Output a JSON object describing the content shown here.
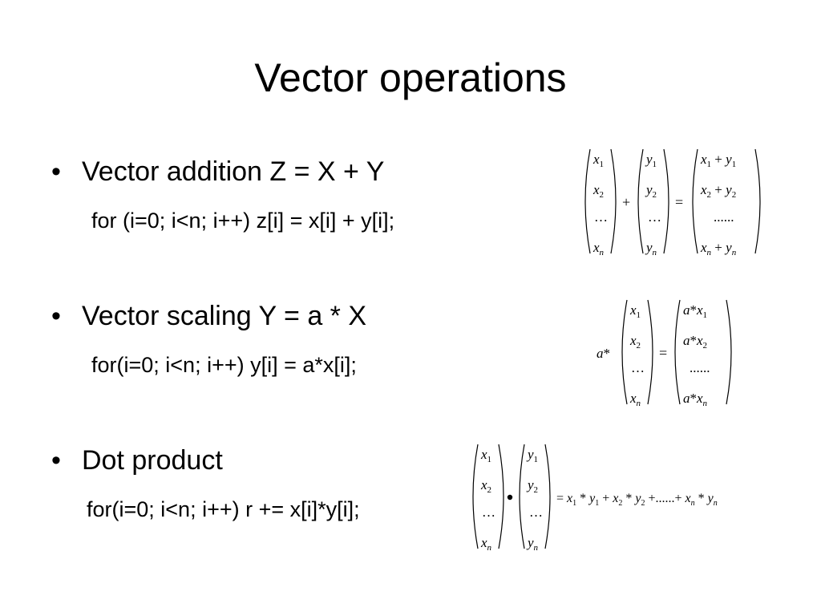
{
  "slide": {
    "title": "Vector operations",
    "bullets": [
      {
        "label": "Vector addition Z = X + Y",
        "code": "for (i=0; i<n; i++) z[i] = x[i] + y[i];"
      },
      {
        "label": "Vector scaling  Y = a * X",
        "code": "for(i=0; i<n; i++) y[i] = a*x[i];"
      },
      {
        "label": "Dot product",
        "code": "for(i=0; i<n; i++) r += x[i]*y[i];"
      }
    ],
    "bullet_symbol": "•"
  }
}
